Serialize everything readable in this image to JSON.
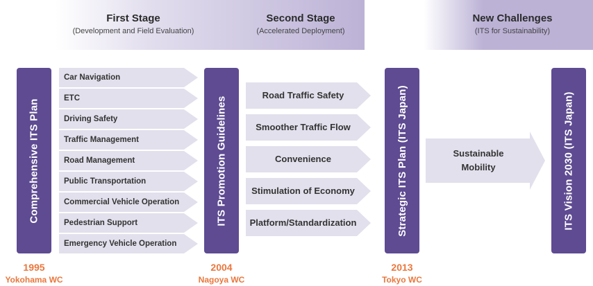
{
  "stages": [
    {
      "title": "First Stage",
      "subtitle": "(Development and Field Evaluation)"
    },
    {
      "title": "Second Stage",
      "subtitle": "(Accelerated Deployment)"
    },
    {
      "title": "New Challenges",
      "subtitle": "(ITS for Sustainability)"
    }
  ],
  "pillars": [
    "Comprehensive ITS Plan",
    "ITS Promotion Guidelines",
    "Strategic ITS Plan (ITS Japan)",
    "ITS Vision 2030 (ITS Japan)"
  ],
  "first_stage_items": [
    "Car Navigation",
    "ETC",
    "Driving Safety",
    "Traffic Management",
    "Road Management",
    "Public Transportation",
    "Commercial Vehicle Operation",
    "Pedestrian Support",
    "Emergency Vehicle Operation"
  ],
  "second_stage_items": [
    "Road Traffic Safety",
    "Smoother Traffic Flow",
    "Convenience",
    "Stimulation of Economy",
    "Platform/Standardization"
  ],
  "new_challenge_item": "Sustainable\nMobility",
  "milestones": [
    {
      "year": "1995",
      "place": "Yokohama WC"
    },
    {
      "year": "2004",
      "place": "Nagoya WC"
    },
    {
      "year": "2013",
      "place": "Tokyo WC"
    }
  ],
  "colors": {
    "pillar": "#5e4b92",
    "arrow": "#e2e0ec",
    "band": "#bcb2d6",
    "milestone": "#e9773d"
  }
}
